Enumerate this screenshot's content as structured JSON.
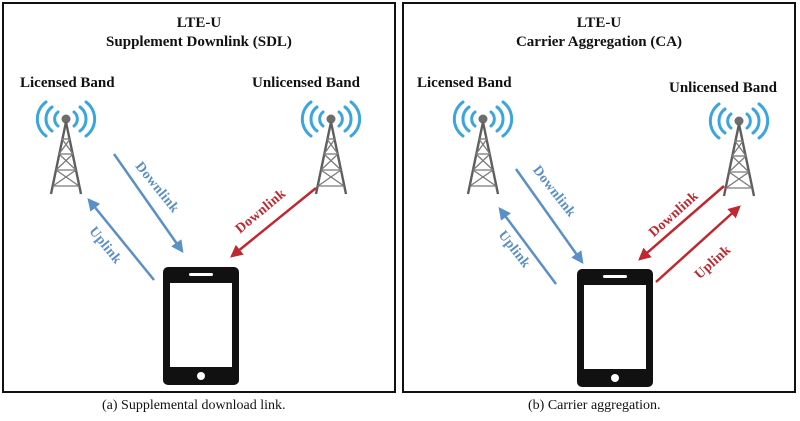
{
  "panel_a": {
    "title_line1": "LTE-U",
    "title_line2": "Supplement Downlink (SDL)",
    "licensed_label": "Licensed Band",
    "unlicensed_label": "Unlicensed Band",
    "downlink_licensed": "Downlink",
    "uplink_licensed": "Uplink",
    "downlink_unlicensed": "Downlink",
    "caption": "(a) Supplemental download link."
  },
  "panel_b": {
    "title_line1": "LTE-U",
    "title_line2": "Carrier Aggregation (CA)",
    "licensed_label": "Licensed Band",
    "unlicensed_label": "Unlicensed Band",
    "downlink_licensed": "Downlink",
    "uplink_licensed": "Uplink",
    "downlink_unlicensed": "Downlink",
    "uplink_unlicensed": "Uplink",
    "caption": "(b) Carrier aggregation."
  },
  "colors": {
    "licensed_link": "#5b8fc7",
    "unlicensed_link": "#c0282f",
    "signal_waves": "#3aa6dd"
  },
  "icons": [
    "cell-tower-icon",
    "signal-waves-icon",
    "smartphone-icon",
    "arrow-icon"
  ]
}
